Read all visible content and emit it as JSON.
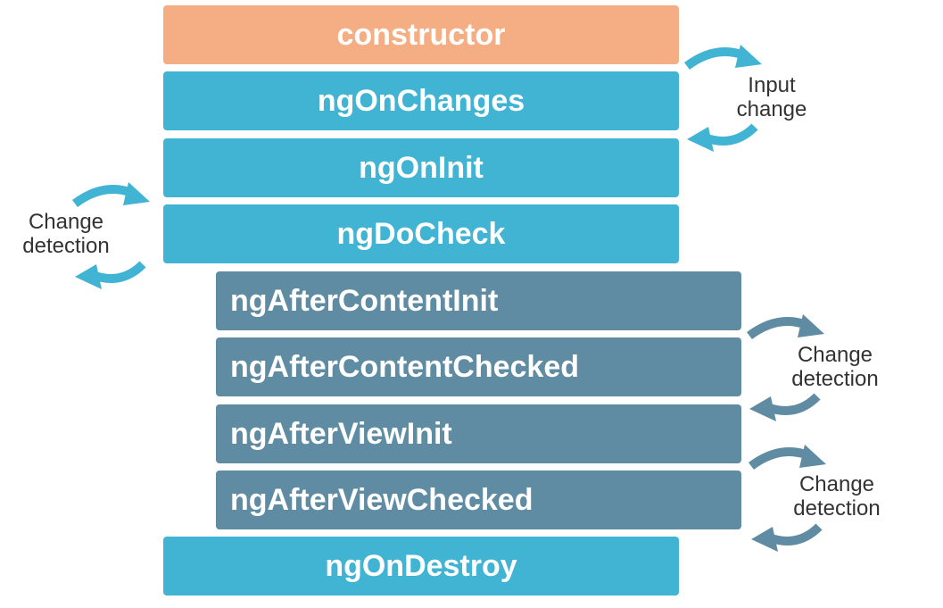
{
  "colors": {
    "constructor": "#f5ae84",
    "component_hook": "#41b3d3",
    "content_view_hook": "#5f8ca3",
    "text": "#ffffff",
    "label_text": "#333333",
    "arrow_light": "#41b3d3",
    "arrow_dark": "#5f8ca3"
  },
  "hooks": [
    {
      "name": "constructor",
      "group": "constructor"
    },
    {
      "name": "ngOnChanges",
      "group": "component"
    },
    {
      "name": "ngOnInit",
      "group": "component"
    },
    {
      "name": "ngDoCheck",
      "group": "component"
    },
    {
      "name": "ngAfterContentInit",
      "group": "content_view"
    },
    {
      "name": "ngAfterContentChecked",
      "group": "content_view"
    },
    {
      "name": "ngAfterViewInit",
      "group": "content_view"
    },
    {
      "name": "ngAfterViewChecked",
      "group": "content_view"
    },
    {
      "name": "ngOnDestroy",
      "group": "component"
    }
  ],
  "cycles": [
    {
      "line1": "Input",
      "line2": "change",
      "arrow_color": "light"
    },
    {
      "line1": "Change",
      "line2": "detection",
      "arrow_color": "light"
    },
    {
      "line1": "Change",
      "line2": "detection",
      "arrow_color": "dark"
    },
    {
      "line1": "Change",
      "line2": "detection",
      "arrow_color": "dark"
    }
  ],
  "icons": {
    "cycle": "circular-arrows-icon"
  }
}
